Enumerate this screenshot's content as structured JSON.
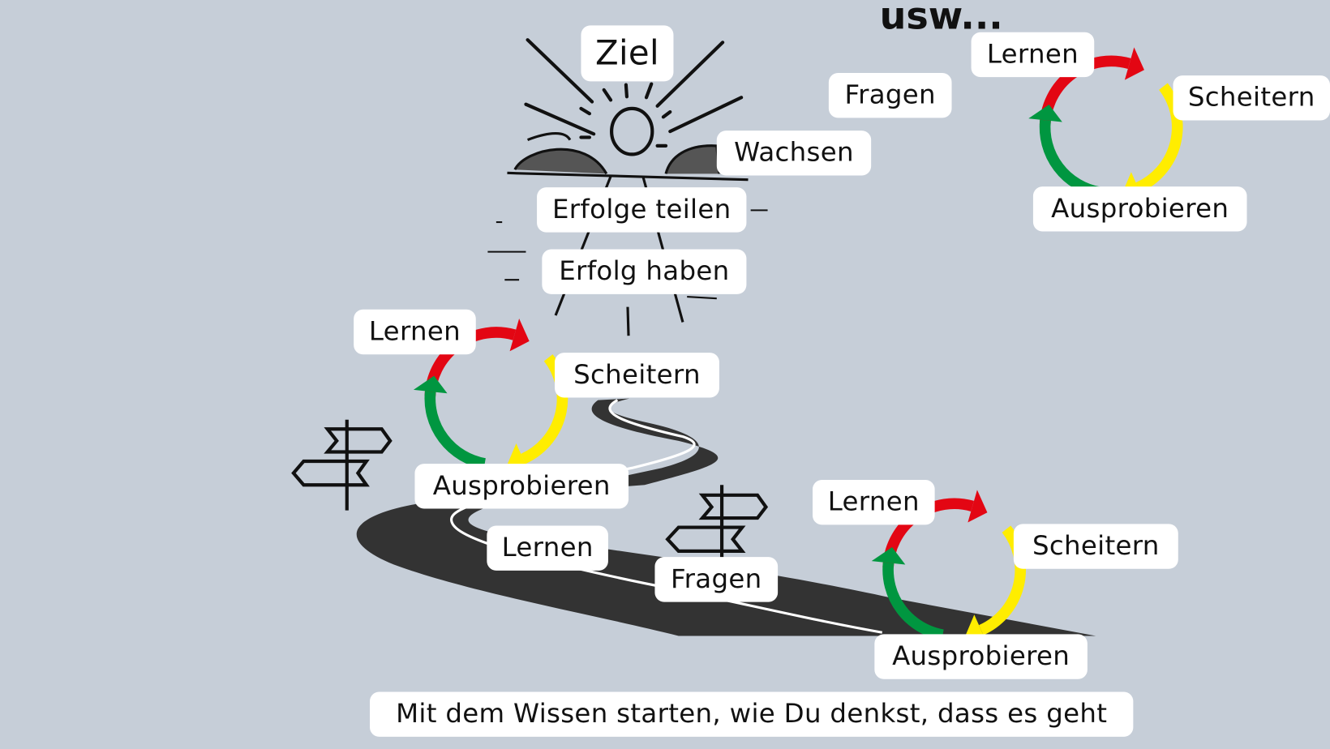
{
  "title": "Ziel",
  "more": "usw...",
  "goal_steps": {
    "grow": "Wachsen",
    "share": "Erfolge teilen",
    "succeed": "Erfolg haben"
  },
  "ask_top": "Fragen",
  "cycle_left": {
    "learn": "Lernen",
    "fail": "Scheitern",
    "try": "Ausprobieren"
  },
  "cycle_right": {
    "learn": "Lernen",
    "fail": "Scheitern",
    "try": "Ausprobieren"
  },
  "cycle_top_right": {
    "learn": "Lernen",
    "fail": "Scheitern",
    "try": "Ausprobieren"
  },
  "road": {
    "learn": "Lernen",
    "ask": "Fragen"
  },
  "start": "Mit dem Wissen starten, wie Du denkst, dass es geht",
  "colors": {
    "background": "#c6ced8",
    "red": "#e30613",
    "yellow": "#ffed00",
    "green": "#009640",
    "road": "#333333"
  }
}
